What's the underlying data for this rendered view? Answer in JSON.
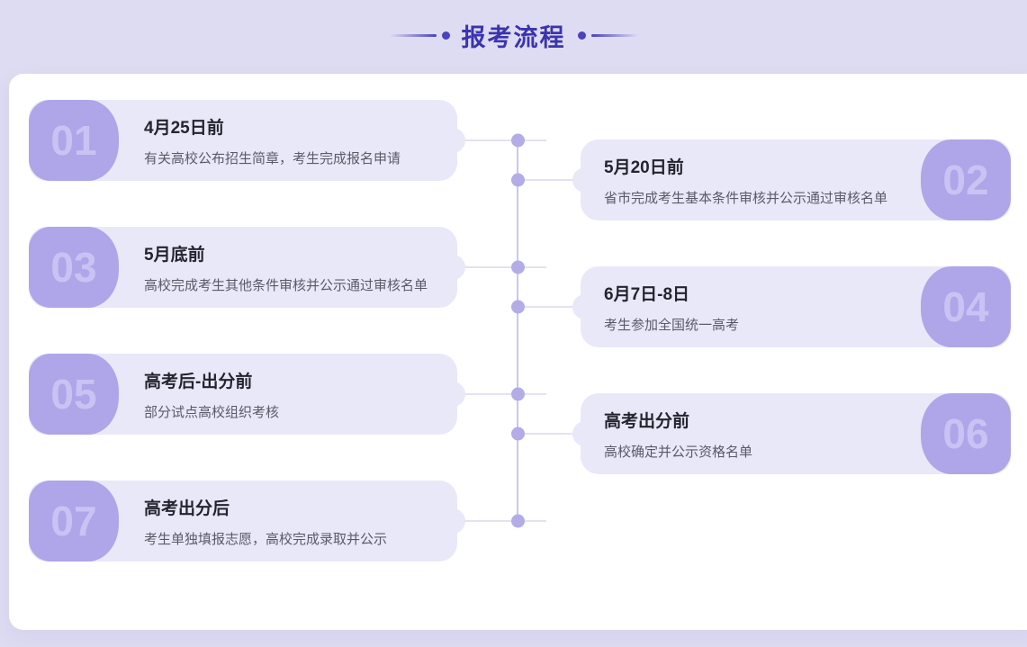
{
  "header": {
    "title": "报考流程"
  },
  "steps": [
    {
      "number": "01",
      "title": "4月25日前",
      "desc": "有关高校公布招生简章，考生完成报名申请"
    },
    {
      "number": "02",
      "title": "5月20日前",
      "desc": "省市完成考生基本条件审核并公示通过审核名单"
    },
    {
      "number": "03",
      "title": "5月底前",
      "desc": "高校完成考生其他条件审核并公示通过审核名单"
    },
    {
      "number": "04",
      "title": "6月7日-8日",
      "desc": "考生参加全国统一高考"
    },
    {
      "number": "05",
      "title": "高考后-出分前",
      "desc": "部分试点高校组织考核"
    },
    {
      "number": "06",
      "title": "高考出分前",
      "desc": "高校确定并公示资格名单"
    },
    {
      "number": "07",
      "title": "高考出分后",
      "desc": "考生单独填报志愿，高校完成录取并公示"
    }
  ],
  "colors": {
    "page_bg": "#dedcf2",
    "panel": "#ffffff",
    "title": "#3b34ae",
    "decor": "#4b42bd",
    "card": "#e9e8f8",
    "badge": "#aea6e9",
    "badge_num": "#c9c3f3",
    "step_title": "#24242e",
    "step_desc": "#5a5a68",
    "line_v": "#ccc6ef",
    "line_h": "#e4e2f1",
    "dot": "#b4ace7"
  }
}
